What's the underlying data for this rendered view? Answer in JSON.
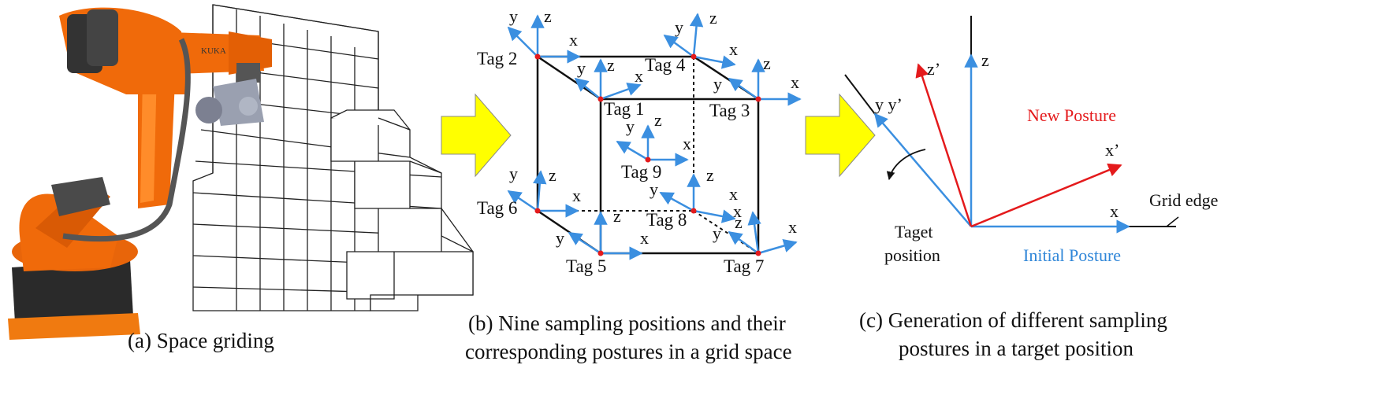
{
  "colors": {
    "axis_blue": "#3b8fe0",
    "axis_red": "#e41a1c",
    "arrow_yellow": "#ffff00",
    "robot_orange": "#f06a0a",
    "tag_dot": "#e41a1c"
  },
  "panel_a": {
    "caption": "(a) Space griding",
    "robot_brand": "KUKA"
  },
  "panel_b": {
    "caption_line1": "(b) Nine sampling positions and their",
    "caption_line2": "corresponding postures in a grid space",
    "tags": [
      {
        "label": "Tag 1"
      },
      {
        "label": "Tag 2"
      },
      {
        "label": "Tag 3"
      },
      {
        "label": "Tag 4"
      },
      {
        "label": "Tag 5"
      },
      {
        "label": "Tag 6"
      },
      {
        "label": "Tag 7"
      },
      {
        "label": "Tag 8"
      },
      {
        "label": "Tag 9"
      }
    ],
    "axis_x": "x",
    "axis_y": "y",
    "axis_z": "z"
  },
  "panel_c": {
    "caption_line1": "(c) Generation of different sampling",
    "caption_line2": "postures in a target position",
    "new_posture": "New Posture",
    "initial_posture": "Initial Posture",
    "target_line1": "Taget",
    "target_line2": "position",
    "grid_edge": "Grid edge",
    "x_label": "x",
    "z_label": "z",
    "yy_label": "y y’",
    "x_prime": "x’",
    "z_prime": "z’"
  }
}
